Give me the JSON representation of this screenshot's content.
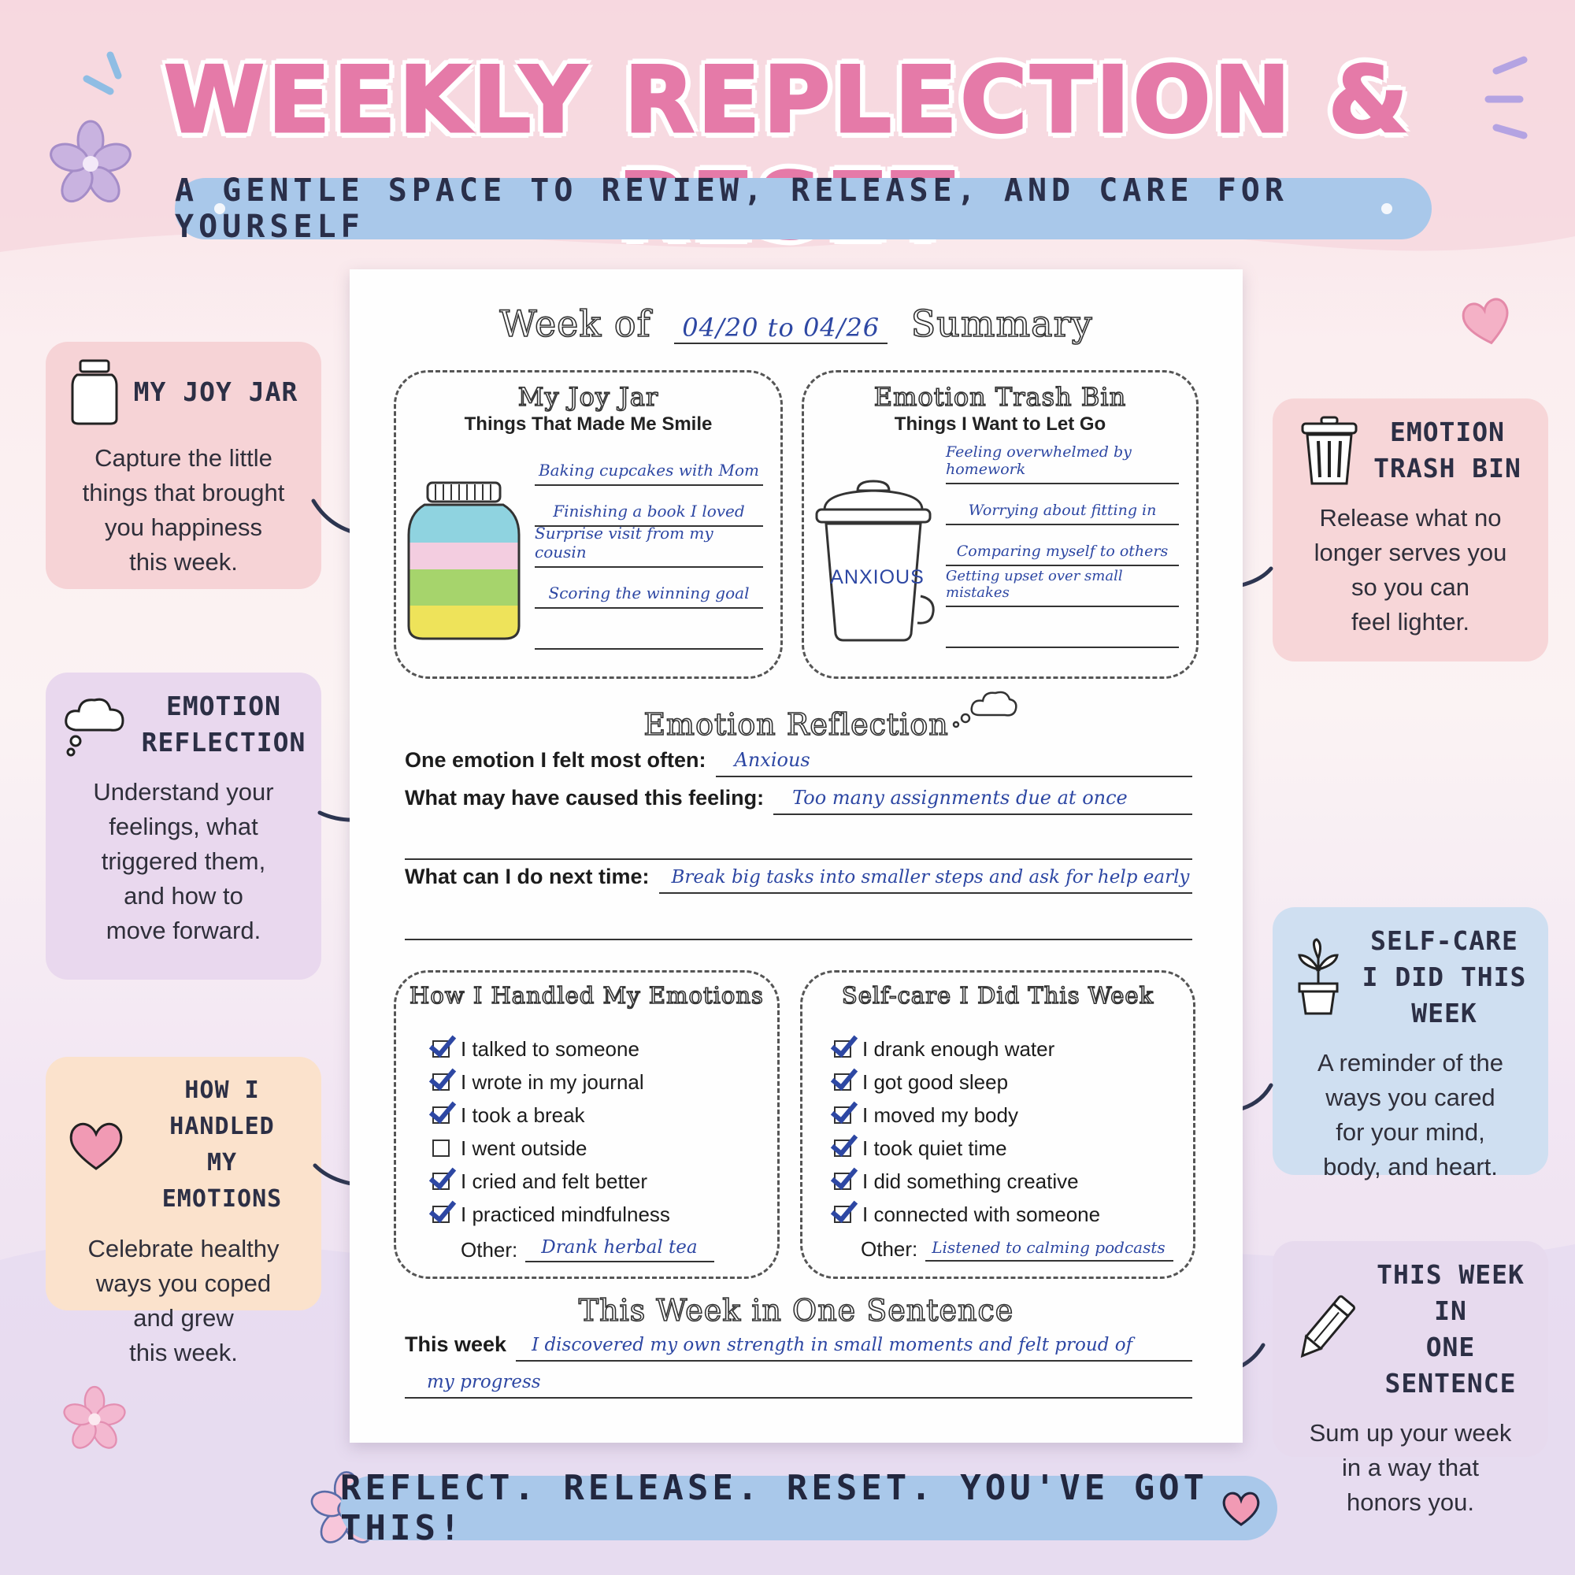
{
  "header": {
    "title": "WEEKLY REPLECTION & RESET",
    "subtitle": "A GENTLE SPACE TO REVIEW, RELEASE, AND CARE FOR YOURSELF"
  },
  "side_cards": {
    "joy_jar": {
      "title": "MY JOY JAR",
      "desc": "Capture the little\nthings that brought\nyou happiness\nthis week.",
      "icon": "jar-icon"
    },
    "emotion_reflection": {
      "title": "EMOTION\nREFLECTION",
      "desc": "Understand your\nfeelings, what\ntriggered them,\nand how to\nmove forward.",
      "icon": "thought-cloud-icon"
    },
    "handled": {
      "title": "HOW I HANDLED\nMY EMOTIONS",
      "desc": "Celebrate healthy\nways you coped\nand grew\nthis week.",
      "icon": "heart-icon"
    },
    "trash_bin": {
      "title": "EMOTION\nTRASH BIN",
      "desc": "Release what no\nlonger serves you\nso you can\nfeel lighter.",
      "icon": "trash-bin-icon"
    },
    "self_care": {
      "title": "SELF-CARE\nI DID THIS WEEK",
      "desc": "A reminder of the\nways you cared\nfor your mind,\nbody, and heart.",
      "icon": "potted-plant-icon"
    },
    "one_sentence": {
      "title": "THIS WEEK IN\nONE SENTENCE",
      "desc": "Sum up your week\nin a way that\nhonors you.",
      "icon": "pencil-icon"
    }
  },
  "worksheet": {
    "week_prefix": "Week of",
    "week_range": "04/20 to 04/26",
    "week_suffix": "Summary",
    "joy_jar": {
      "title": "My Joy Jar",
      "subtitle": "Things That Made Me Smile",
      "items": [
        "Baking cupcakes with Mom",
        "Finishing a book I loved",
        "Surprise visit from my cousin",
        "Scoring the winning goal",
        ""
      ]
    },
    "trash_bin": {
      "title": "Emotion Trash Bin",
      "subtitle": "Things I Want to Let Go",
      "bin_label": "ANXIOUS",
      "items": [
        "Feeling overwhelmed by homework",
        "Worrying about fitting in",
        "Comparing myself to others",
        "Getting upset over small mistakes",
        ""
      ]
    },
    "reflection": {
      "title": "Emotion Reflection",
      "q1_label": "One emotion I felt most often:",
      "q1_answer": "Anxious",
      "q2_label": "What may have caused this feeling:",
      "q2_answer": "Too many assignments due at once",
      "q3_label": "What can I do next time:",
      "q3_answer": "Break big tasks into smaller steps and ask for help early"
    },
    "handled": {
      "title": "How I Handled My Emotions",
      "items": [
        {
          "label": "I talked to someone",
          "checked": true
        },
        {
          "label": "I wrote in my journal",
          "checked": true
        },
        {
          "label": "I took a break",
          "checked": true
        },
        {
          "label": "I went outside",
          "checked": false
        },
        {
          "label": "I cried and felt better",
          "checked": true
        },
        {
          "label": "I practiced mindfulness",
          "checked": true
        }
      ],
      "other_label": "Other:",
      "other_answer": "Drank herbal tea"
    },
    "self_care": {
      "title": "Self-care I Did This Week",
      "items": [
        {
          "label": "I drank enough water",
          "checked": true
        },
        {
          "label": "I got good sleep",
          "checked": true
        },
        {
          "label": "I moved my body",
          "checked": true
        },
        {
          "label": "I took quiet time",
          "checked": true
        },
        {
          "label": "I did something creative",
          "checked": true
        },
        {
          "label": "I connected with someone",
          "checked": true
        }
      ],
      "other_label": "Other:",
      "other_answer": "Listened to calming podcasts"
    },
    "sentence": {
      "title": "This Week in One Sentence",
      "label": "This week",
      "line1": "I discovered my own strength in small moments and felt proud of",
      "line2": "my progress"
    }
  },
  "footer": {
    "text": "REFLECT. RELEASE. RESET. YOU'VE GOT THIS!"
  },
  "colors": {
    "title_pink": "#e57aa8",
    "pill_blue": "#a9c8ea",
    "handwriting_blue": "#2d47a3",
    "card_pink": "#f6d3d6",
    "card_lavender": "#e9d8ee",
    "card_peach": "#fbe2cc",
    "card_blue": "#cfdff1"
  }
}
